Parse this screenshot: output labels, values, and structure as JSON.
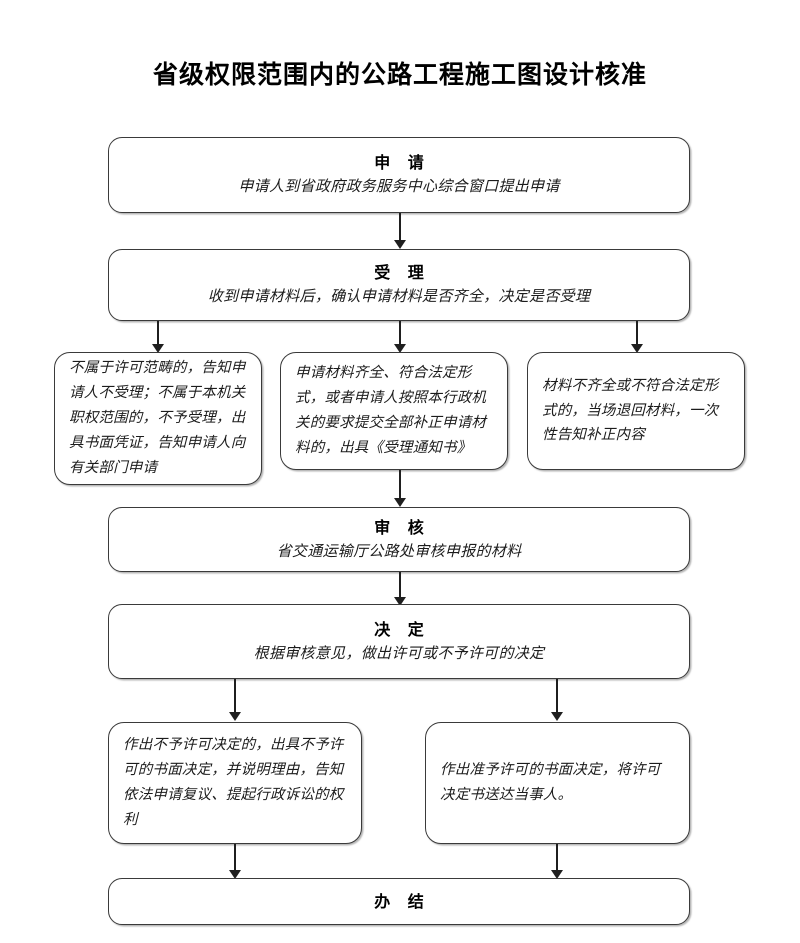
{
  "page": {
    "title": "省级权限范围内的公路工程施工图设计核准",
    "background_color": "#ffffff",
    "line_color": "#1f1f1f",
    "box_border_color": "#3a3a3a"
  },
  "flow": {
    "type": "flowchart",
    "orientation": "top-to-bottom",
    "nodes": [
      {
        "id": "apply",
        "head": "申  请",
        "body": "申请人到省政府政务服务中心综合窗口提出申请"
      },
      {
        "id": "accept",
        "head": "受  理",
        "body": "收到申请材料后，确认申请材料是否齐全，决定是否受理"
      },
      {
        "id": "branch-not-in-scope",
        "head": "",
        "body": "不属于许可范畴的，告知申请人不受理；不属于本机关职权范围的，不予受理，出具书面凭证，告知申请人向有关部门申请"
      },
      {
        "id": "branch-complete",
        "head": "",
        "body": "申请材料齐全、符合法定形式，或者申请人按照本行政机关的要求提交全部补正申请材料的，出具《受理通知书》"
      },
      {
        "id": "branch-incomplete",
        "head": "",
        "body": "材料不齐全或不符合法定形式的，当场退回材料，一次性告知补正内容"
      },
      {
        "id": "review",
        "head": "审  核",
        "body": "省交通运输厅公路处审核申报的材料"
      },
      {
        "id": "decide",
        "head": "决  定",
        "body": "根据审核意见，做出许可或不予许可的决定"
      },
      {
        "id": "outcome-denied",
        "head": "",
        "body": "作出不予许可决定的，出具不予许可的书面决定，并说明理由，告知依法申请复议、提起行政诉讼的权利"
      },
      {
        "id": "outcome-granted",
        "head": "",
        "body": "作出准予许可的书面决定，将许可决定书送达当事人。"
      },
      {
        "id": "finish",
        "head": "办  结",
        "body": ""
      }
    ],
    "edges": [
      {
        "from": "apply",
        "to": "accept",
        "arrow": "down"
      },
      {
        "from": "accept",
        "to": "branch-not-in-scope",
        "arrow": "down"
      },
      {
        "from": "accept",
        "to": "branch-complete",
        "arrow": "down"
      },
      {
        "from": "accept",
        "to": "branch-incomplete",
        "arrow": "down"
      },
      {
        "from": "branch-complete",
        "to": "review",
        "arrow": "down"
      },
      {
        "from": "review",
        "to": "decide",
        "arrow": "down"
      },
      {
        "from": "decide",
        "to": "outcome-denied",
        "arrow": "down"
      },
      {
        "from": "decide",
        "to": "outcome-granted",
        "arrow": "down"
      },
      {
        "from": "outcome-denied",
        "to": "finish",
        "arrow": "down"
      },
      {
        "from": "outcome-granted",
        "to": "finish",
        "arrow": "down"
      }
    ]
  }
}
